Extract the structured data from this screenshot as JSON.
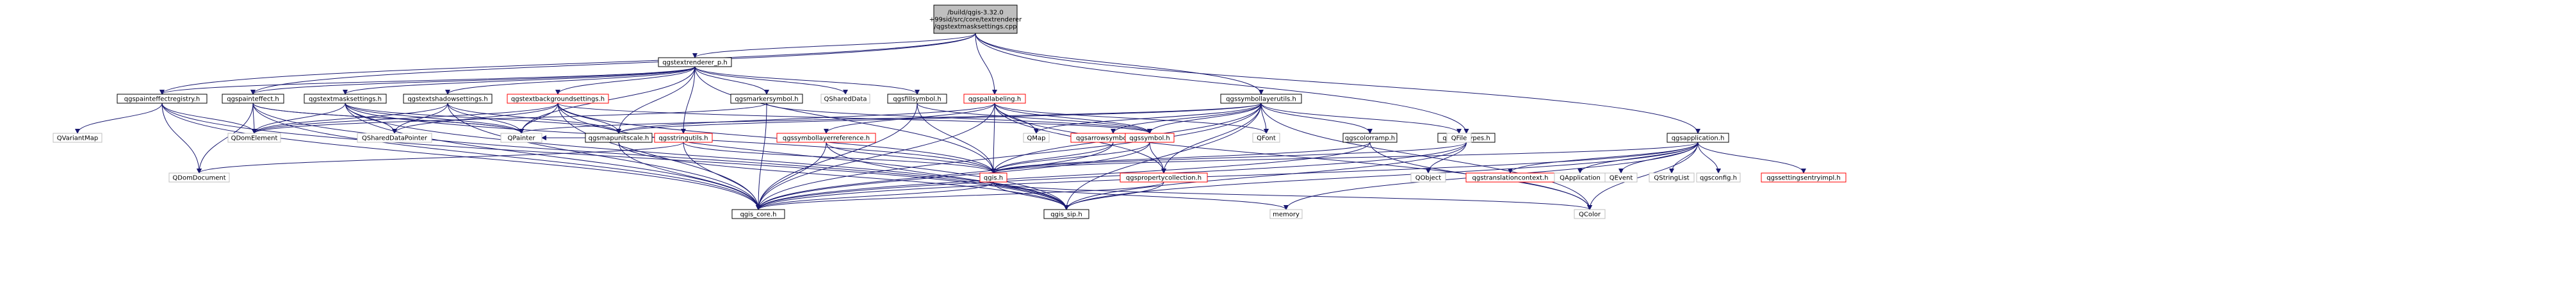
{
  "colors": {
    "edge": "#191970",
    "root_fill": "#bfbfbf",
    "normal_fill": "#ffffff",
    "normal_stroke": "#000000",
    "system_stroke": "#bfbfbf",
    "missing_stroke": "#ff0000",
    "text": "#000000",
    "system_text": "#000000"
  },
  "graph": {
    "nodes": [
      {
        "id": "root",
        "lines": [
          "/build/qgis-3.32.0",
          "+99sid/src/core/textrenderer",
          "/qgstextmasksettings.cpp"
        ],
        "kind": "root"
      },
      {
        "id": "qgstextrenderer_p",
        "lines": [
          "qgstextrenderer_p.h"
        ],
        "kind": "normal"
      },
      {
        "id": "qgspallabeling",
        "lines": [
          "qgspallabeling.h"
        ],
        "kind": "missing"
      },
      {
        "id": "qgssymbollayerutils",
        "lines": [
          "qgssymbollayerutils.h"
        ],
        "kind": "normal"
      },
      {
        "id": "qgsunittypes",
        "lines": [
          "qgsunittypes.h"
        ],
        "kind": "normal"
      },
      {
        "id": "qgsapplication",
        "lines": [
          "qgsapplication.h"
        ],
        "kind": "normal"
      },
      {
        "id": "qgspainteffectregistry",
        "lines": [
          "qgspainteffectregistry.h"
        ],
        "kind": "normal"
      },
      {
        "id": "qgspainteffect",
        "lines": [
          "qgspainteffect.h"
        ],
        "kind": "normal"
      },
      {
        "id": "qgstextmasksettings",
        "lines": [
          "qgstextmasksettings.h"
        ],
        "kind": "normal"
      },
      {
        "id": "qgstextshadowsettings",
        "lines": [
          "qgstextshadowsettings.h"
        ],
        "kind": "normal"
      },
      {
        "id": "qgstextbackgroundsettings",
        "lines": [
          "qgstextbackgroundsettings.h"
        ],
        "kind": "missing"
      },
      {
        "id": "qgsmarkersymbol",
        "lines": [
          "qgsmarkersymbol.h"
        ],
        "kind": "normal"
      },
      {
        "id": "QSharedData",
        "lines": [
          "QSharedData"
        ],
        "kind": "system"
      },
      {
        "id": "qgsfillsymbol",
        "lines": [
          "qgsfillsymbol.h"
        ],
        "kind": "normal"
      },
      {
        "id": "QVariantMap",
        "lines": [
          "QVariantMap"
        ],
        "kind": "system"
      },
      {
        "id": "QDomElement",
        "lines": [
          "QDomElement"
        ],
        "kind": "system"
      },
      {
        "id": "QSharedDataPointer",
        "lines": [
          "QSharedDataPointer"
        ],
        "kind": "system"
      },
      {
        "id": "QPainter",
        "lines": [
          "QPainter"
        ],
        "kind": "system"
      },
      {
        "id": "qgsmapunitscale",
        "lines": [
          "qgsmapunitscale.h"
        ],
        "kind": "normal"
      },
      {
        "id": "qgsstringutils",
        "lines": [
          "qgsstringutils.h"
        ],
        "kind": "missing"
      },
      {
        "id": "qgssymbollayerreference",
        "lines": [
          "qgssymbollayerreference.h"
        ],
        "kind": "missing"
      },
      {
        "id": "QMap",
        "lines": [
          "QMap"
        ],
        "kind": "system"
      },
      {
        "id": "qgsarrowsymbollayer",
        "lines": [
          "qgsarrowsymbollayer.h"
        ],
        "kind": "missing"
      },
      {
        "id": "qgssymbol",
        "lines": [
          "qgssymbol.h"
        ],
        "kind": "missing"
      },
      {
        "id": "QFont",
        "lines": [
          "QFont"
        ],
        "kind": "system"
      },
      {
        "id": "qgscolorramp",
        "lines": [
          "qgscolorramp.h"
        ],
        "kind": "normal"
      },
      {
        "id": "QFile",
        "lines": [
          "QFile"
        ],
        "kind": "system"
      },
      {
        "id": "QDomDocument",
        "lines": [
          "QDomDocument"
        ],
        "kind": "system"
      },
      {
        "id": "qgis",
        "lines": [
          "qgis.h"
        ],
        "kind": "missing"
      },
      {
        "id": "qgspropertycollection",
        "lines": [
          "qgspropertycollection.h"
        ],
        "kind": "missing"
      },
      {
        "id": "QObject",
        "lines": [
          "QObject"
        ],
        "kind": "system"
      },
      {
        "id": "qgstranslationcontext",
        "lines": [
          "qgstranslationcontext.h"
        ],
        "kind": "missing"
      },
      {
        "id": "QApplication",
        "lines": [
          "QApplication"
        ],
        "kind": "system"
      },
      {
        "id": "QEvent",
        "lines": [
          "QEvent"
        ],
        "kind": "system"
      },
      {
        "id": "QStringList",
        "lines": [
          "QStringList"
        ],
        "kind": "system"
      },
      {
        "id": "qgsconfig",
        "lines": [
          "qgsconfig.h"
        ],
        "kind": "system"
      },
      {
        "id": "qgssettingsentryimpl",
        "lines": [
          "qgssettingsentryimpl.h"
        ],
        "kind": "missing"
      },
      {
        "id": "qgis_core",
        "lines": [
          "qgis_core.h"
        ],
        "kind": "normal"
      },
      {
        "id": "qgis_sip",
        "lines": [
          "qgis_sip.h"
        ],
        "kind": "normal"
      },
      {
        "id": "memory",
        "lines": [
          "memory"
        ],
        "kind": "system"
      },
      {
        "id": "QColor",
        "lines": [
          "QColor"
        ],
        "kind": "system"
      }
    ],
    "edges": [
      [
        "root",
        "qgstextrenderer_p"
      ],
      [
        "root",
        "qgspallabeling"
      ],
      [
        "root",
        "qgssymbollayerutils"
      ],
      [
        "root",
        "qgsunittypes"
      ],
      [
        "root",
        "qgsapplication"
      ],
      [
        "root",
        "qgspainteffectregistry"
      ],
      [
        "root",
        "qgspainteffect"
      ],
      [
        "qgstextrenderer_p",
        "qgstextmasksettings"
      ],
      [
        "qgstextrenderer_p",
        "qgstextshadowsettings"
      ],
      [
        "qgstextrenderer_p",
        "qgstextbackgroundsettings"
      ],
      [
        "qgstextrenderer_p",
        "qgsmarkersymbol"
      ],
      [
        "qgstextrenderer_p",
        "QSharedData"
      ],
      [
        "qgstextrenderer_p",
        "qgsfillsymbol"
      ],
      [
        "qgstextrenderer_p",
        "qgsmapunitscale"
      ],
      [
        "qgstextrenderer_p",
        "qgsstringutils"
      ],
      [
        "qgstextrenderer_p",
        "qgis"
      ],
      [
        "qgstextrenderer_p",
        "qgspainteffect"
      ],
      [
        "qgstextrenderer_p",
        "qgspainteffectregistry"
      ],
      [
        "qgstextrenderer_p",
        "QPainter"
      ],
      [
        "qgspainteffectregistry",
        "QVariantMap"
      ],
      [
        "qgspainteffectregistry",
        "QDomElement"
      ],
      [
        "qgspainteffectregistry",
        "QDomDocument"
      ],
      [
        "qgspainteffectregistry",
        "qgis_core"
      ],
      [
        "qgspainteffectregistry",
        "qgis_sip"
      ],
      [
        "qgspainteffect",
        "QDomElement"
      ],
      [
        "qgspainteffect",
        "QPainter"
      ],
      [
        "qgspainteffect",
        "QDomDocument"
      ],
      [
        "qgspainteffect",
        "qgis_core"
      ],
      [
        "qgspainteffect",
        "qgis_sip"
      ],
      [
        "qgspainteffect",
        "QPainter"
      ],
      [
        "qgstextmasksettings",
        "QSharedDataPointer"
      ],
      [
        "qgstextmasksettings",
        "QDomElement"
      ],
      [
        "qgstextmasksettings",
        "QPainter"
      ],
      [
        "qgstextmasksettings",
        "qgis_core"
      ],
      [
        "qgstextmasksettings",
        "qgis_sip"
      ],
      [
        "qgstextmasksettings",
        "qgsmapunitscale"
      ],
      [
        "qgstextmasksettings",
        "qgis"
      ],
      [
        "qgstextshadowsettings",
        "QSharedDataPointer"
      ],
      [
        "qgstextshadowsettings",
        "QDomElement"
      ],
      [
        "qgstextshadowsettings",
        "qgsmapunitscale"
      ],
      [
        "qgstextshadowsettings",
        "QPainter"
      ],
      [
        "qgstextshadowsettings",
        "qgis_core"
      ],
      [
        "qgstextbackgroundsettings",
        "QSharedDataPointer"
      ],
      [
        "qgstextbackgroundsettings",
        "QDomElement"
      ],
      [
        "qgstextbackgroundsettings",
        "QPainter"
      ],
      [
        "qgstextbackgroundsettings",
        "qgsmapunitscale"
      ],
      [
        "qgstextbackgroundsettings",
        "qgis"
      ],
      [
        "qgstextbackgroundsettings",
        "qgis_core"
      ],
      [
        "qgstextbackgroundsettings",
        "qgssymbol"
      ],
      [
        "qgstextbackgroundsettings",
        "qgis_sip"
      ],
      [
        "qgsmarkersymbol",
        "qgis_core"
      ],
      [
        "qgsmarkersymbol",
        "qgssymbol"
      ],
      [
        "qgsmarkersymbol",
        "QDomElement"
      ],
      [
        "qgsfillsymbol",
        "qgis_core"
      ],
      [
        "qgsfillsymbol",
        "qgssymbol"
      ],
      [
        "qgsfillsymbol",
        "qgis"
      ],
      [
        "qgsmapunitscale",
        "qgis_core"
      ],
      [
        "qgsmapunitscale",
        "qgis_sip"
      ],
      [
        "qgsmapunitscale",
        "QPainter"
      ],
      [
        "qgsstringutils",
        "qgis_core"
      ],
      [
        "qgsstringutils",
        "qgis"
      ],
      [
        "qgsstringutils",
        "QDomDocument"
      ],
      [
        "qgssymbollayerreference",
        "qgis"
      ],
      [
        "qgssymbollayerreference",
        "qgis_core"
      ],
      [
        "qgssymbollayerreference",
        "qgis_sip"
      ],
      [
        "qgspallabeling",
        "qgis_core"
      ],
      [
        "qgspallabeling",
        "QMap"
      ],
      [
        "qgspallabeling",
        "qgsmapunitscale"
      ],
      [
        "qgspallabeling",
        "qgssymbol"
      ],
      [
        "qgspallabeling",
        "qgis"
      ],
      [
        "qgspallabeling",
        "qgssymbollayerreference"
      ],
      [
        "qgspallabeling",
        "qgspropertycollection"
      ],
      [
        "qgspallabeling",
        "QFont"
      ],
      [
        "qgspallabeling",
        "QColor"
      ],
      [
        "qgssymbollayerutils",
        "qgis_core"
      ],
      [
        "qgssymbollayerutils",
        "QMap"
      ],
      [
        "qgssymbollayerutils",
        "QFont"
      ],
      [
        "qgssymbollayerutils",
        "QFile"
      ],
      [
        "qgssymbollayerutils",
        "QColor"
      ],
      [
        "qgssymbollayerutils",
        "QPainter"
      ],
      [
        "qgssymbollayerutils",
        "qgis"
      ],
      [
        "qgssymbollayerutils",
        "qgsarrowsymbollayer"
      ],
      [
        "qgssymbollayerutils",
        "qgssymbol"
      ],
      [
        "qgssymbollayerutils",
        "qgscolorramp"
      ],
      [
        "qgssymbollayerutils",
        "qgsmapunitscale"
      ],
      [
        "qgssymbollayerutils",
        "qgspropertycollection"
      ],
      [
        "qgssymbollayerutils",
        "qgis_sip"
      ],
      [
        "qgsarrowsymbollayer",
        "qgis"
      ],
      [
        "qgsarrowsymbollayer",
        "qgis_core"
      ],
      [
        "qgssymbol",
        "qgis"
      ],
      [
        "qgssymbol",
        "qgis_core"
      ],
      [
        "qgssymbol",
        "qgspropertycollection"
      ],
      [
        "qgscolorramp",
        "qgis_core"
      ],
      [
        "qgscolorramp",
        "qgis"
      ],
      [
        "qgscolorramp",
        "QColor"
      ],
      [
        "qgis",
        "qgis_core"
      ],
      [
        "qgis",
        "qgis_sip"
      ],
      [
        "qgis",
        "memory"
      ],
      [
        "qgis",
        "QColor"
      ],
      [
        "qgspropertycollection",
        "qgis_core"
      ],
      [
        "qgspropertycollection",
        "qgis_sip"
      ],
      [
        "qgsunittypes",
        "qgis_core"
      ],
      [
        "qgsunittypes",
        "qgis"
      ],
      [
        "qgsunittypes",
        "qgis_sip"
      ],
      [
        "qgsunittypes",
        "QObject"
      ],
      [
        "qgsapplication",
        "qgis_core"
      ],
      [
        "qgsapplication",
        "QApplication"
      ],
      [
        "qgsapplication",
        "QEvent"
      ],
      [
        "qgsapplication",
        "QStringList"
      ],
      [
        "qgsapplication",
        "qgsconfig"
      ],
      [
        "qgsapplication",
        "qgstranslationcontext"
      ],
      [
        "qgsapplication",
        "qgssettingsentryimpl"
      ],
      [
        "qgsapplication",
        "qgis"
      ],
      [
        "qgsapplication",
        "memory"
      ],
      [
        "qgsapplication",
        "QColor"
      ],
      [
        "qgsapplication",
        "qgis_sip"
      ]
    ]
  }
}
